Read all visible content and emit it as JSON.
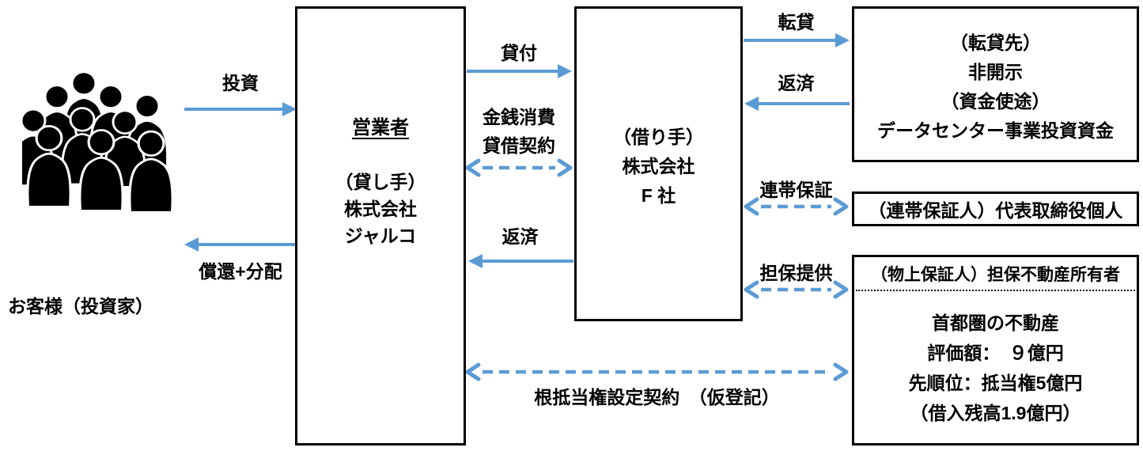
{
  "investors": {
    "label": "お客様（投資家）"
  },
  "flows": {
    "invest": "投資",
    "redemption": "償還+分配",
    "loan": "貸付",
    "loan_contract": [
      "金銭消費",
      "貸借契約"
    ],
    "repay_center": "返済",
    "sublease": "転貸",
    "repay_sublease": "返済",
    "joint_guarantee": "連帯保証",
    "collateral_provide": "担保提供",
    "mortgage_contract": "根抵当権設定契約　（仮登記）"
  },
  "boxes": {
    "operator": {
      "title": "営業者",
      "line1": "（貸し手）",
      "line2": "株式会社",
      "line3": "ジャルコ"
    },
    "borrower": {
      "line1": "（借り手）",
      "line2": "株式会社",
      "line3": "F 社"
    },
    "sublessee": {
      "line1": "（転貸先）",
      "line2": "非開示",
      "line3": "（資金使途）",
      "line4": "データセンター事業投資資金"
    },
    "guarantor": {
      "label": "（連帯保証人）代表取締役個人"
    },
    "collateral_provider": {
      "header": "（物上保証人）担保不動産所有者",
      "line1": "首都圏の不動産",
      "line2": "評価額：　９億円",
      "line3": "先順位：抵当権5億円",
      "line4": "（借入残高1.9億円）"
    }
  },
  "colors": {
    "arrow_blue": "#5B9BD5",
    "box_border": "#000000",
    "text": "#000000",
    "background": "#FFFFFF",
    "icon_fill": "#000000"
  }
}
